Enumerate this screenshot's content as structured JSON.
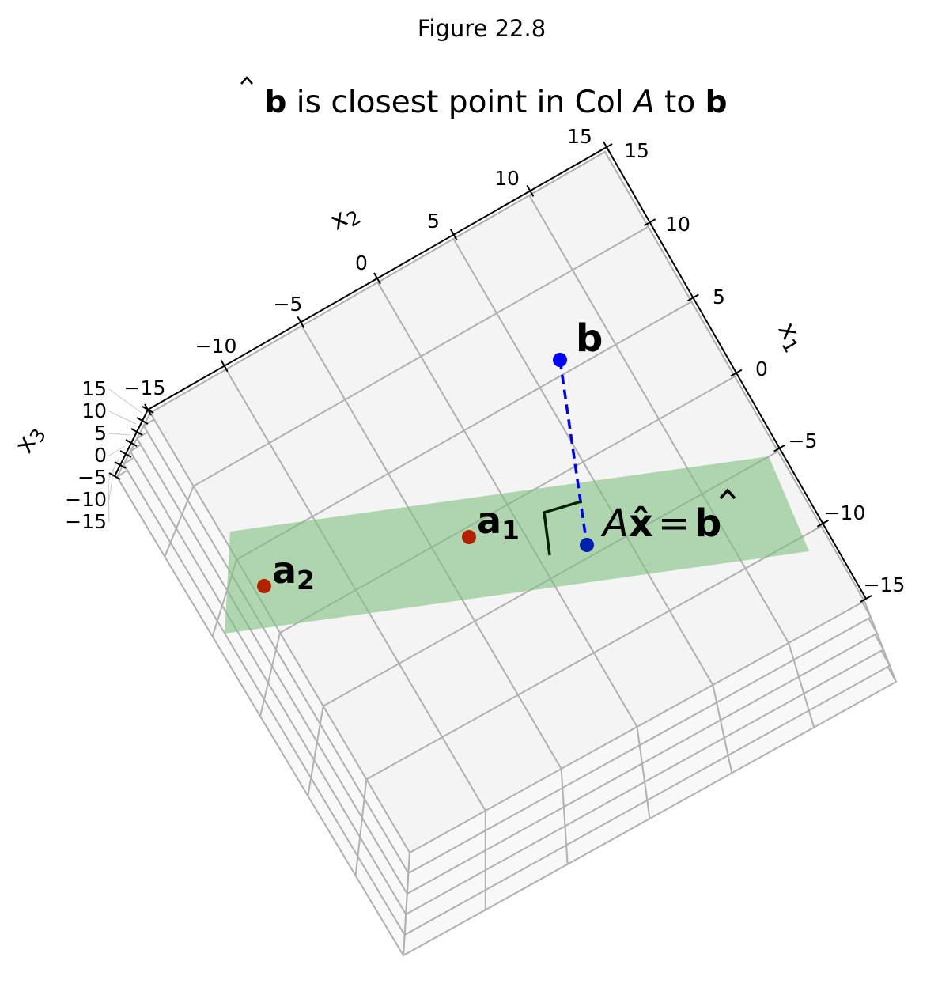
{
  "figure_label": "Figure 22.8",
  "chart_data": {
    "type": "scatter3d",
    "title": {
      "hat_b": "b",
      "part1": " is closest point in Col ",
      "A": "A",
      "part2": " to ",
      "b": "b"
    },
    "axes": {
      "x1": {
        "label": "x",
        "sub": "1",
        "ticks": [
          "15",
          "10",
          "5",
          "0",
          "−5",
          "−10",
          "−15"
        ],
        "range": [
          -15,
          15
        ]
      },
      "x2": {
        "label": "x",
        "sub": "2",
        "ticks": [
          "−15",
          "−10",
          "−5",
          "0",
          "5",
          "10",
          "15"
        ],
        "range": [
          -15,
          15
        ]
      },
      "x3": {
        "label": "x",
        "sub": "3",
        "ticks": [
          "15",
          "10",
          "5",
          "0",
          "−5",
          "−10",
          "−15"
        ],
        "range": [
          -15,
          15
        ]
      }
    },
    "grid": true,
    "plane": {
      "name": "Col A",
      "color": "#7fbf7f"
    },
    "points": [
      {
        "label": "a",
        "sub": "2",
        "color": "#b22200"
      },
      {
        "label": "a",
        "sub": "1",
        "color": "#b22200"
      },
      {
        "label": "b",
        "color": "#0000ff"
      },
      {
        "label_A": "A",
        "label_x": "x̂",
        "label_eq": "=",
        "label_b": "b",
        "color": "#0022aa"
      }
    ],
    "projection_line": {
      "style": "dashed",
      "color": "#0000ff"
    }
  }
}
